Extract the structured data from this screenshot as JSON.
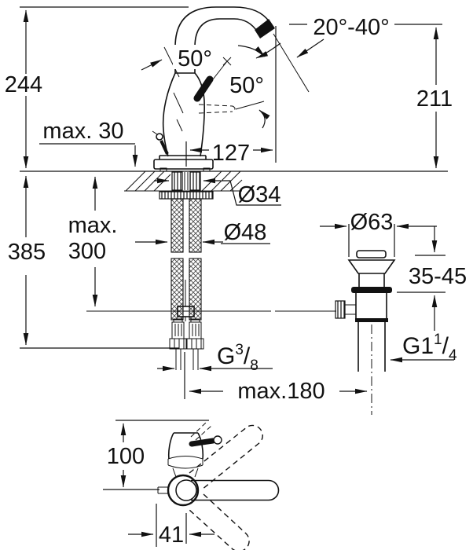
{
  "drawing": {
    "subject": "Single-lever basin mixer faucet with pop-up waste - dimensional technical drawing",
    "units": "mm",
    "line_color": "#111111",
    "background_color": "#ffffff",
    "views": [
      "front view with installation depth",
      "pop-up waste side view",
      "top view with spout swivel range"
    ]
  },
  "labels": {
    "overall_height": "244",
    "max_deck_thickness": "max. 30",
    "total_below_height": "385",
    "max_hose_line1": "max.",
    "max_hose_line2": "300",
    "handle_open_angle": "50°",
    "handle_swing_angle": "50°",
    "spout_outlet_angle": "20°-40°",
    "outlet_height": "211",
    "spout_reach": "127",
    "shank_hole_diameter": "Ø34",
    "base_diameter": "Ø48",
    "waste_flange_diameter": "Ø63",
    "basin_thickness_range": "35-45",
    "hose_thread_prefix": "G",
    "hose_thread_numerator": "3",
    "hose_thread_slash": "/",
    "hose_thread_denominator": "8",
    "waste_thread_prefix": "G1",
    "waste_thread_numerator": "1",
    "waste_thread_slash": "/",
    "waste_thread_denominator": "4",
    "max_drain_offset": "max.180",
    "top_view_depth": "100",
    "spout_axis_offset": "41"
  }
}
